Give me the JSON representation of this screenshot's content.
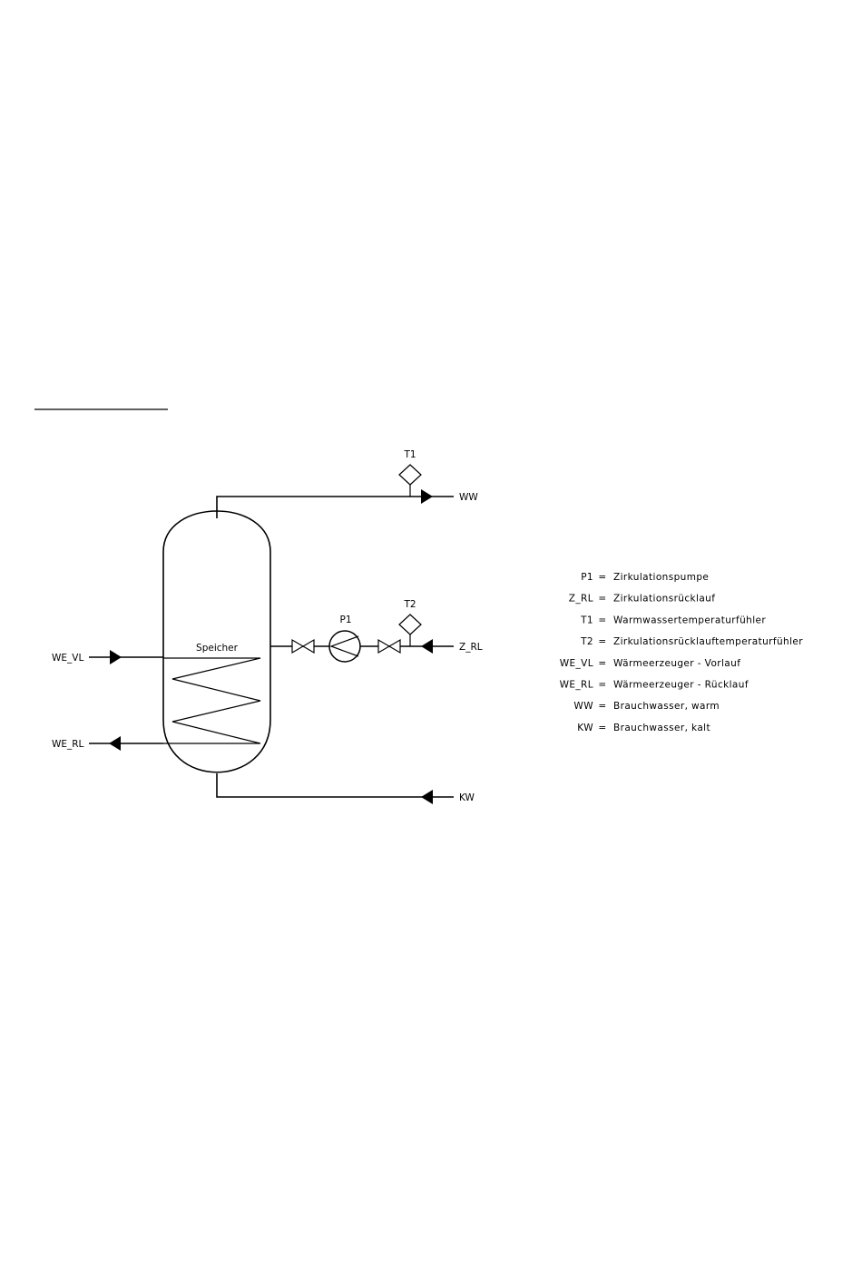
{
  "diagram": {
    "tank_label": "Speicher",
    "components": {
      "pump": "P1",
      "sensor_t1": "T1",
      "sensor_t2": "T2"
    },
    "connections": {
      "ww": "WW",
      "z_rl": "Z_RL",
      "kw": "KW",
      "we_vl": "WE_VL",
      "we_rl": "WE_RL"
    }
  },
  "legend": [
    {
      "code": "P1",
      "description": "Zirkulationspumpe"
    },
    {
      "code": "Z_RL",
      "description": "Zirkulationsrücklauf"
    },
    {
      "code": "T1",
      "description": "Warmwassertemperaturfühler"
    },
    {
      "code": "T2",
      "description": "Zirkulationsrücklauftemperaturfühler"
    },
    {
      "code": "WE_VL",
      "description": "Wärmeerzeuger - Vorlauf"
    },
    {
      "code": "WE_RL",
      "description": "Wärmeerzeuger - Rücklauf"
    },
    {
      "code": "WW",
      "description": "Brauchwasser, warm"
    },
    {
      "code": "KW",
      "description": "Brauchwasser, kalt"
    }
  ],
  "legend_separator": "="
}
